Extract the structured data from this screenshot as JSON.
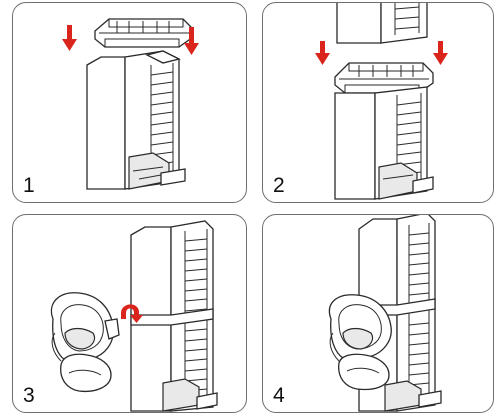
{
  "steps": [
    {
      "number": "1"
    },
    {
      "number": "2"
    },
    {
      "number": "3"
    },
    {
      "number": "4"
    }
  ],
  "colors": {
    "arrow": "#d9251c",
    "line": "#2a2a2a",
    "border": "#6f6f6f"
  },
  "icons": [
    "down-arrow-icon",
    "rotate-arrow-icon"
  ]
}
